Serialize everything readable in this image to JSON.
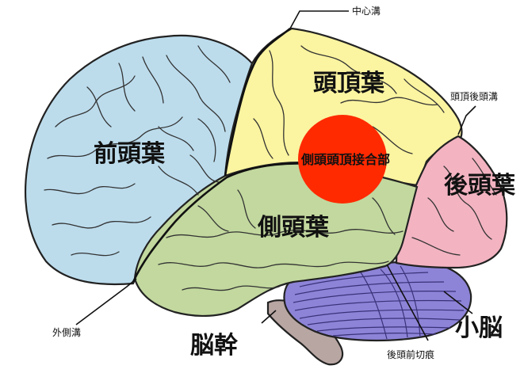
{
  "diagram": {
    "regions": {
      "frontal": {
        "label": "前頭葉",
        "color": "#bcdcec"
      },
      "parietal": {
        "label": "頭頂葉",
        "color": "#fbf4a0"
      },
      "occipital": {
        "label": "後頭葉",
        "color": "#f3b3c1"
      },
      "temporal": {
        "label": "側頭葉",
        "color": "#c2d89e"
      },
      "cerebellum": {
        "label": "小脳",
        "color": "#8d84d8"
      },
      "brainstem": {
        "label": "脳幹",
        "color": "#b8a6a2"
      }
    },
    "highlight": {
      "label": "側頭頭頂接合部",
      "color": "#ff2a00"
    },
    "callouts": {
      "central_sulcus": "中心溝",
      "parieto_occipital_sulcus": "頭頂後頭溝",
      "lateral_sulcus": "外側溝",
      "preoccipital_notch": "後頭前切痕"
    }
  }
}
